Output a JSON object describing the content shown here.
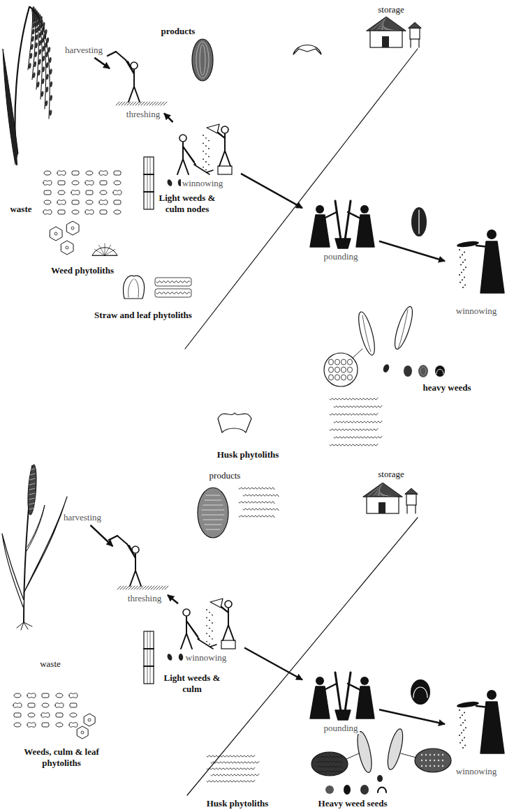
{
  "diagram": {
    "nodes": [
      {
        "text": [
          "harvesting"
        ]
      },
      {
        "text": [
          "threshing"
        ]
      },
      {
        "text": [
          "winnowing"
        ]
      },
      {
        "text": [
          "pounding"
        ]
      },
      {
        "text": [
          "winnowing"
        ]
      },
      {
        "text": [
          "harvesting"
        ]
      },
      {
        "text": [
          "threshing"
        ]
      },
      {
        "text": [
          "winnowing"
        ]
      },
      {
        "text": [
          "pounding"
        ]
      },
      {
        "text": [
          "winnowing"
        ]
      }
    ],
    "edges": [
      {
        "from": 0,
        "to": 1,
        "arrow": "to"
      },
      {
        "from": 1,
        "to": 2,
        "arrow": "to"
      },
      {
        "from": 2,
        "to": 3,
        "arrow": "to"
      },
      {
        "from": 3,
        "to": 4,
        "arrow": "to"
      },
      {
        "from": 5,
        "to": 6,
        "arrow": "to"
      },
      {
        "from": 6,
        "to": 7,
        "arrow": "to"
      },
      {
        "from": 7,
        "to": 8,
        "arrow": "to"
      },
      {
        "from": 8,
        "to": 9,
        "arrow": "to"
      }
    ],
    "labels": [
      "products",
      "storage",
      "waste",
      "Weed phytoliths",
      "Light weeds & culm nodes",
      "Straw and leaf phytoliths",
      "heavy weeds",
      "Husk phytoliths",
      "products",
      "storage",
      "waste",
      "Light weeds & culm",
      "Weeds, culm & leaf phytoliths",
      "Husk phytoliths",
      "Heavy weed seeds"
    ]
  }
}
